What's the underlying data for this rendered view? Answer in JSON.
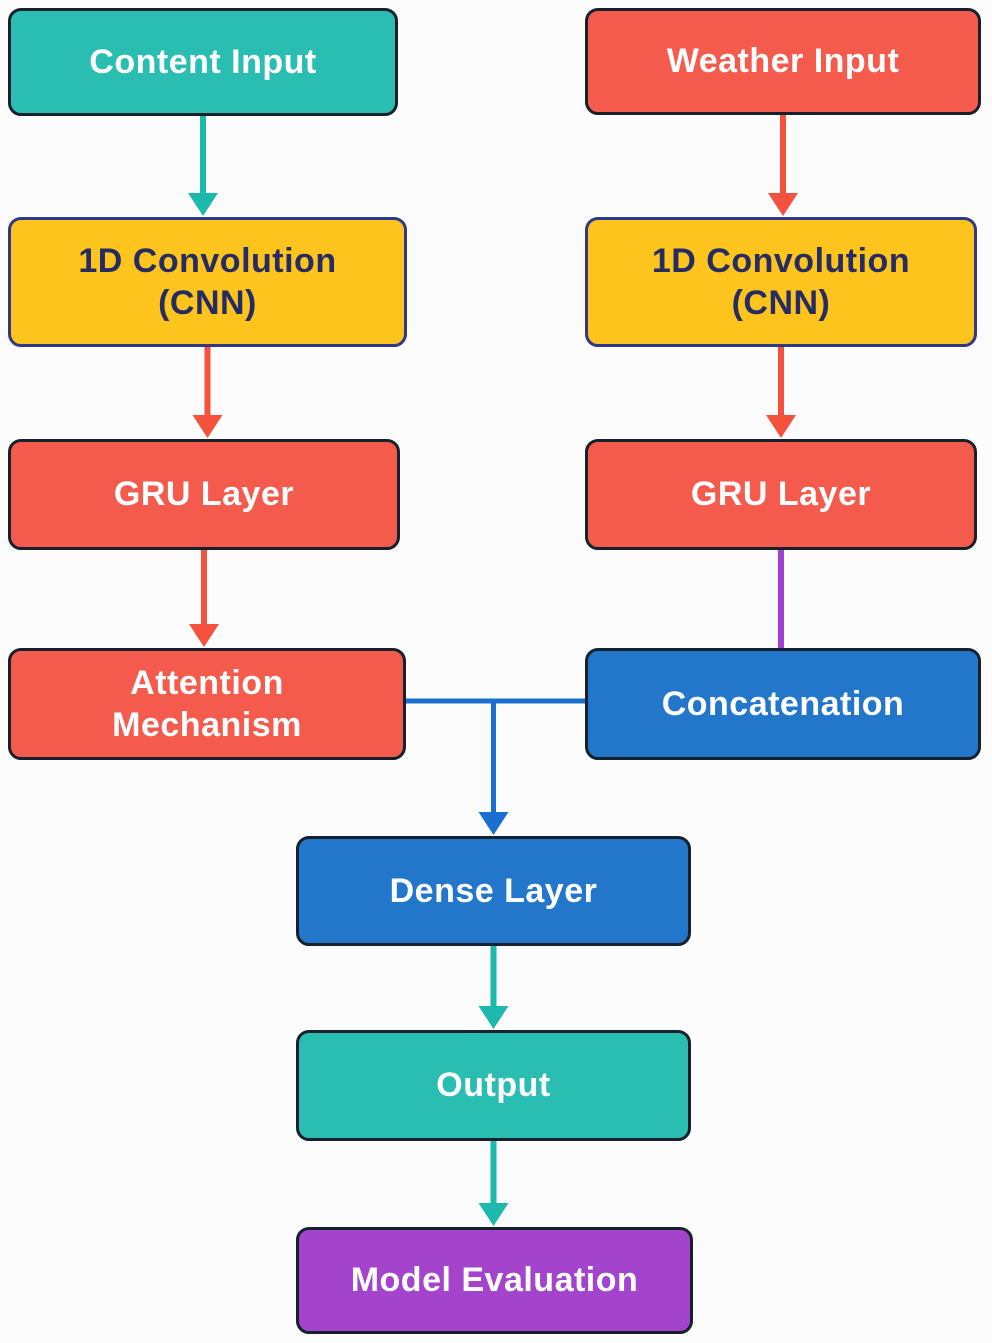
{
  "diagram": {
    "description": "Flowchart of a dual-branch CNN-GRU neural network model",
    "colors": {
      "teal_box": "#2ABEB2",
      "coral_box": "#F55B4D",
      "yellow_box": "#FCC41D",
      "blue_box": "#2277CB",
      "purple_box": "#A443CB",
      "navy_text": "#252B63",
      "white_text": "#FFFFFF",
      "dark_border": "#17212B",
      "navy_border": "#2E3A87",
      "teal_arrow": "#1CB9AC",
      "red_arrow": "#F5513F",
      "purple_line": "#A03FD0",
      "blue_line": "#1B6FD1",
      "background": "#FCFCFC"
    },
    "nodes": [
      {
        "id": "content-input",
        "label": "Content Input",
        "fill": "#2ABEB2",
        "text_color": "#FFFFFF",
        "border_color": "#17212B"
      },
      {
        "id": "weather-input",
        "label": "Weather Input",
        "fill": "#F55B4D",
        "text_color": "#FFFFFF",
        "border_color": "#17212B"
      },
      {
        "id": "conv-content",
        "label": "1D Convolution\n(CNN)",
        "fill": "#FCC41D",
        "text_color": "#252B63",
        "border_color": "#2E3A87"
      },
      {
        "id": "conv-weather",
        "label": "1D Convolution\n(CNN)",
        "fill": "#FCC41D",
        "text_color": "#252B63",
        "border_color": "#2E3A87"
      },
      {
        "id": "gru-content",
        "label": "GRU Layer",
        "fill": "#F55B4D",
        "text_color": "#FFFFFF",
        "border_color": "#17212B"
      },
      {
        "id": "gru-weather",
        "label": "GRU Layer",
        "fill": "#F55B4D",
        "text_color": "#FFFFFF",
        "border_color": "#17212B"
      },
      {
        "id": "attention",
        "label": "Attention\nMechanism",
        "fill": "#F55B4D",
        "text_color": "#FFFFFF",
        "border_color": "#17212B"
      },
      {
        "id": "concatenation",
        "label": "Concatenation",
        "fill": "#2277CB",
        "text_color": "#FFFFFF",
        "border_color": "#17212B"
      },
      {
        "id": "dense",
        "label": "Dense Layer",
        "fill": "#2277CB",
        "text_color": "#FFFFFF",
        "border_color": "#17212B"
      },
      {
        "id": "output",
        "label": "Output",
        "fill": "#2ABEB2",
        "text_color": "#FFFFFF",
        "border_color": "#17212B"
      },
      {
        "id": "model-evaluation",
        "label": "Model Evaluation",
        "fill": "#A443CB",
        "text_color": "#FFFFFF",
        "border_color": "#17212B"
      }
    ],
    "connectors": [
      {
        "type": "vertical",
        "from": "content-input",
        "to": "conv-content",
        "color": "#1CB9AC",
        "arrow": true
      },
      {
        "type": "vertical",
        "from": "weather-input",
        "to": "conv-weather",
        "color": "#F5513F",
        "arrow": true
      },
      {
        "type": "vertical",
        "from": "conv-content",
        "to": "gru-content",
        "color": "#F5513F",
        "arrow": true
      },
      {
        "type": "vertical",
        "from": "conv-weather",
        "to": "gru-weather",
        "color": "#F5513F",
        "arrow": true
      },
      {
        "type": "vertical",
        "from": "gru-content",
        "to": "attention",
        "color": "#F5513F",
        "arrow": true
      },
      {
        "type": "vertical",
        "from": "gru-weather",
        "to": "concatenation",
        "color": "#A03FD0",
        "arrow": false
      },
      {
        "type": "merge",
        "from": [
          "attention",
          "concatenation"
        ],
        "to": "dense",
        "color": "#1B6FD1",
        "arrow": true
      },
      {
        "type": "vertical",
        "from": "dense",
        "to": "output",
        "color": "#1CB9AC",
        "arrow": true
      },
      {
        "type": "vertical",
        "from": "output",
        "to": "model-evaluation",
        "color": "#1CB9AC",
        "arrow": true
      }
    ]
  }
}
